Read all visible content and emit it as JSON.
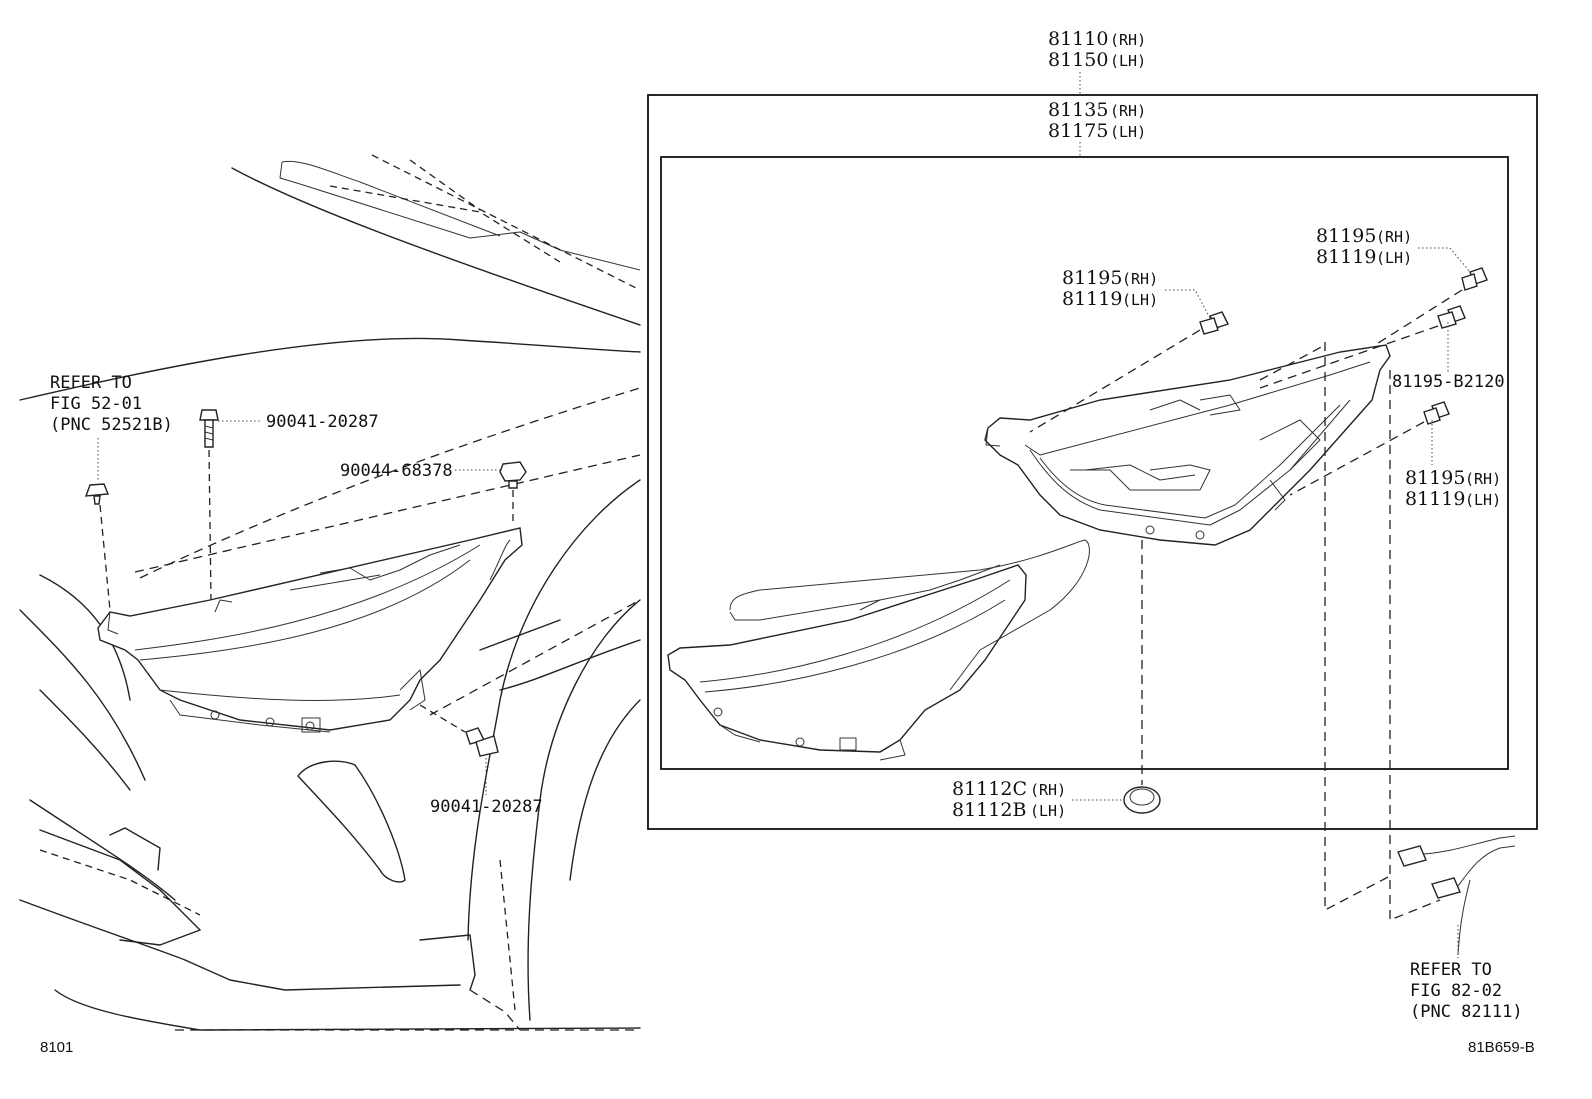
{
  "diagram": {
    "callouts": {
      "assy_rh": "81110",
      "assy_rh_side": "(RH)",
      "assy_lh": "81150",
      "assy_lh_side": "(LH)",
      "unit_rh": "81135",
      "unit_rh_side": "(RH)",
      "unit_lh": "81175",
      "unit_lh_side": "(LH)",
      "screw_a_rh": "81195",
      "screw_a_rh_side": "(RH)",
      "screw_a_lh": "81119",
      "screw_a_lh_side": "(LH)",
      "screw_b_rh": "81195",
      "screw_b_rh_side": "(RH)",
      "screw_b_lh": "81119",
      "screw_b_lh_side": "(LH)",
      "screw_c_rh": "81195",
      "screw_c_rh_side": "(RH)",
      "screw_c_lh": "81119",
      "screw_c_lh_side": "(LH)",
      "screw_d": "81195-B2120",
      "cap_rh": "81112C",
      "cap_rh_side": "(RH)",
      "cap_lh": "81112B",
      "cap_lh_side": "(LH)",
      "bolt_top": "90041-20287",
      "nut": "90044-68378",
      "bolt_bottom": "90041-20287"
    },
    "refer_left": {
      "line1": "REFER TO",
      "line2": "FIG 52-01",
      "line3": "(PNC 52521B)"
    },
    "refer_right": {
      "line1": "REFER TO",
      "line2": "FIG 82-02",
      "line3": "(PNC 82111)"
    },
    "footer_left": "8101",
    "footer_right": "81B659-B"
  }
}
